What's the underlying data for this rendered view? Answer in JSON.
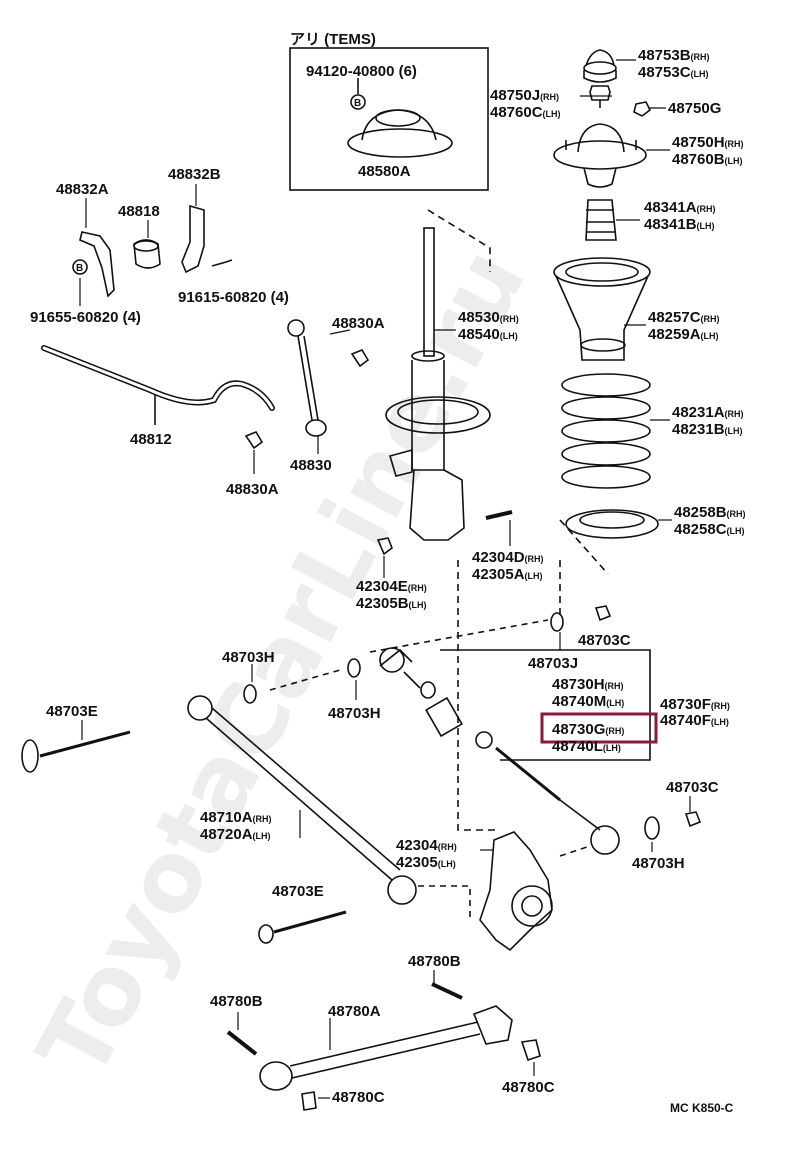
{
  "watermark": "ToyotaCarLine.ru",
  "footer": "MC K850-C",
  "inset": {
    "title": "アリ (TEMS)",
    "part": "94120-40800 (6)",
    "badge": "B",
    "part2": "48580A"
  },
  "badge_b": "B",
  "highlight_color": "#8b1a3a",
  "labels": {
    "l48753b": "48753B",
    "l48753b_s": "(RH)",
    "l48753c": "48753C",
    "l48753c_s": "(LH)",
    "l48750j": "48750J",
    "l48750j_s": "(RH)",
    "l48760c": "48760C",
    "l48760c_s": "(LH)",
    "l48750g": "48750G",
    "l48750h": "48750H",
    "l48750h_s": "(RH)",
    "l48760b": "48760B",
    "l48760b_s": "(LH)",
    "l48341a": "48341A",
    "l48341a_s": "(RH)",
    "l48341b": "48341B",
    "l48341b_s": "(LH)",
    "l48257c": "48257C",
    "l48257c_s": "(RH)",
    "l48259a": "48259A",
    "l48259a_s": "(LH)",
    "l48231a": "48231A",
    "l48231a_s": "(RH)",
    "l48231b": "48231B",
    "l48231b_s": "(LH)",
    "l48258b": "48258B",
    "l48258b_s": "(RH)",
    "l48258c": "48258C",
    "l48258c_s": "(LH)",
    "l48832a": "48832A",
    "l48832b": "48832B",
    "l48818": "48818",
    "l91615": "91615-60820 (4)",
    "l91655": "91655-60820 (4)",
    "l48830a_top": "48830A",
    "l48530": "48530",
    "l48530_s": "(RH)",
    "l48540": "48540",
    "l48540_s": "(LH)",
    "l48812": "48812",
    "l48830": "48830",
    "l48830a_bot": "48830A",
    "l42304d": "42304D",
    "l42304d_s": "(RH)",
    "l42305a": "42305A",
    "l42305a_s": "(LH)",
    "l42304e": "42304E",
    "l42304e_s": "(RH)",
    "l42305b": "42305B",
    "l42305b_s": "(LH)",
    "l48703c_top": "48703C",
    "l48703j": "48703J",
    "l48703h_left": "48703H",
    "l48703h_mid": "48703H",
    "l48730h": "48730H",
    "l48730h_s": "(RH)",
    "l48740m": "48740M",
    "l48740m_s": "(LH)",
    "l48730f": "48730F",
    "l48730f_s": "(RH)",
    "l48740f": "48740F",
    "l48740f_s": "(LH)",
    "l48730g": "48730G",
    "l48730g_s": "(RH)",
    "l48740l": "48740L",
    "l48740l_s": "(LH)",
    "l48703e_top": "48703E",
    "l48703c_right": "48703C",
    "l48703h_right": "48703H",
    "l48710a": "48710A",
    "l48710a_s": "(RH)",
    "l48720a": "48720A",
    "l48720a_s": "(LH)",
    "l42304": "42304",
    "l42304_s": "(RH)",
    "l42305": "42305",
    "l42305_s": "(LH)",
    "l48703e_bot": "48703E",
    "l48780b_top": "48780B",
    "l48780b_left": "48780B",
    "l48780a": "48780A",
    "l48780c_right": "48780C",
    "l48780c_bot": "48780C"
  }
}
